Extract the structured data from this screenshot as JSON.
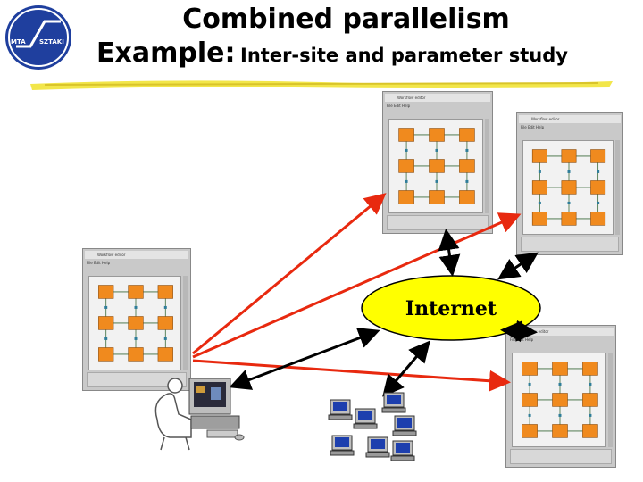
{
  "logo": {
    "text_left": "MTA",
    "text_right": "SZTAKI"
  },
  "title": {
    "line1": "Combined parallelism",
    "line2_prefix": "Example:",
    "line2_rest": "Inter-site and parameter study"
  },
  "cloud": {
    "label": "Internet"
  },
  "windows": {
    "title_text": "Workflow editor",
    "menu_text": "File  Edit  Help"
  },
  "colors": {
    "internet_fill": "#ffff00",
    "arrow_red": "#e8290f",
    "arrow_black": "#000000",
    "job_orange": "#f08a1e",
    "highlight_yellow": "#f2e64a"
  }
}
